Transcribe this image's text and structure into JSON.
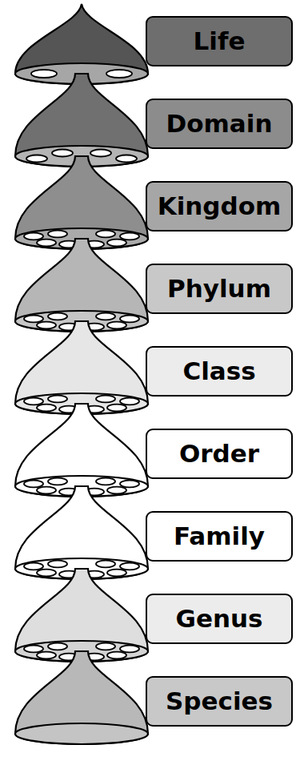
{
  "diagram": {
    "nodes": [
      {
        "text": [
          "Life"
        ]
      },
      {
        "text": [
          "Domain"
        ]
      },
      {
        "text": [
          "Kingdom"
        ]
      },
      {
        "text": [
          "Phylum"
        ]
      },
      {
        "text": [
          "Class"
        ]
      },
      {
        "text": [
          "Order"
        ]
      },
      {
        "text": [
          "Family"
        ]
      },
      {
        "text": [
          "Genus"
        ]
      },
      {
        "text": [
          "Species"
        ]
      }
    ]
  }
}
